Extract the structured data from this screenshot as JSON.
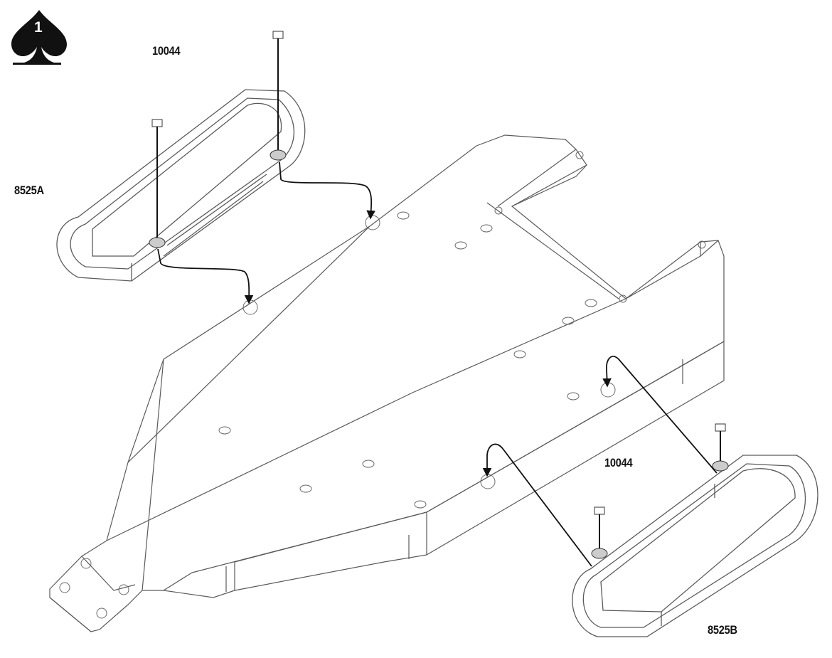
{
  "step_number": "1",
  "labels": {
    "screw_top": "10044",
    "rail_a": "8525A",
    "screw_bottom": "10044",
    "rail_b": "8525B"
  },
  "colors": {
    "line": "#5a5a5a",
    "ink": "#111111",
    "paper": "#ffffff"
  },
  "icons": [
    "spade-icon"
  ]
}
